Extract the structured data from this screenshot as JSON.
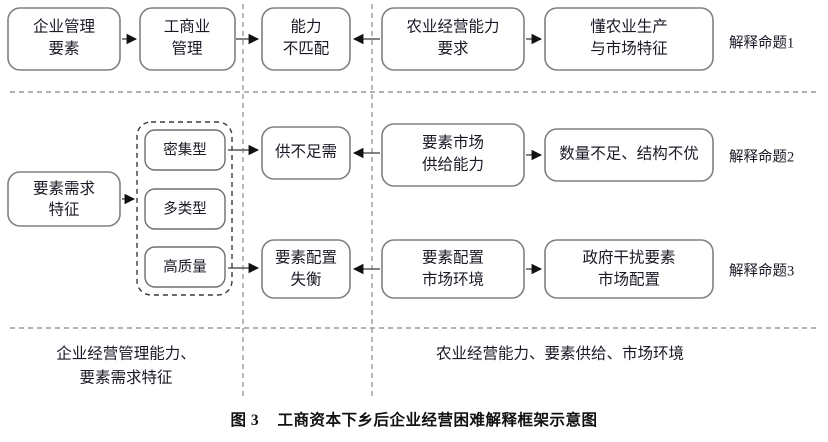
{
  "figure": {
    "caption_number": "图 3",
    "caption_text": "工商资本下乡后企业经营困难解释框架示意图"
  },
  "rows": [
    {
      "id": "row-1",
      "proposition": "解释命题1",
      "nodes": [
        {
          "id": "n1-1",
          "label_line1": "企业管理",
          "label_line2": "要素"
        },
        {
          "id": "n1-2",
          "label_line1": "工商业",
          "label_line2": "管理"
        },
        {
          "id": "n1-3",
          "label_line1": "能力",
          "label_line2": "不匹配"
        },
        {
          "id": "n1-4",
          "label_line1": "农业经营能力",
          "label_line2": "要求"
        },
        {
          "id": "n1-5",
          "label_line1": "懂农业生产",
          "label_line2": "与市场特征"
        }
      ]
    },
    {
      "id": "row-2",
      "proposition": "解释命题2",
      "nodes": [
        {
          "id": "n2-3",
          "label_line1": "供不足需",
          "label_line2": ""
        },
        {
          "id": "n2-4",
          "label_line1": "要素市场",
          "label_line2": "供给能力"
        },
        {
          "id": "n2-5",
          "label_line1": "数量不足、结构不优",
          "label_line2": ""
        }
      ]
    },
    {
      "id": "row-3",
      "proposition": "解释命题3",
      "nodes": [
        {
          "id": "n3-3",
          "label_line1": "要素配置",
          "label_line2": "失衡"
        },
        {
          "id": "n3-4",
          "label_line1": "要素配置",
          "label_line2": "市场环境"
        },
        {
          "id": "n3-5",
          "label_line1": "政府干扰要素",
          "label_line2": "市场配置"
        }
      ]
    }
  ],
  "left_source": {
    "label_line1": "要素需求",
    "label_line2": "特征"
  },
  "demand_group": {
    "items": [
      {
        "id": "g-1",
        "label": "密集型"
      },
      {
        "id": "g-2",
        "label": "多类型"
      },
      {
        "id": "g-3",
        "label": "高质量"
      }
    ]
  },
  "zones": {
    "left": {
      "line1": "企业经营管理能力、",
      "line2": "要素需求特征"
    },
    "right": {
      "line1": "农业经营能力、要素供给、市场环境",
      "line2": ""
    }
  },
  "colors": {
    "box_stroke": "#808080",
    "text": "#1a1a26",
    "separator": "#9a9a9a",
    "connector": "#5a5a5a",
    "arrow": "#111111",
    "background": "#ffffff"
  }
}
